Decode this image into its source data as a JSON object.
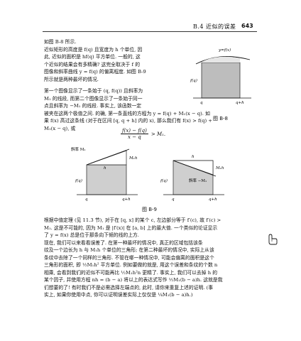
{
  "header": {
    "section_title": "B.4  近似的误差",
    "page_number": "643"
  },
  "para1": [
    "如图 B-8 所示.",
    "近似矩形的高度是 f(q) 且宽度为 h 个单位, 因",
    "此, 近似的面积是 hf(q) 平方单位. 一般的, 这",
    "个近似的结果会有多精确? 这完全取决于 f 的",
    "图像和斜率曲线 y = f(q) 的偏离程度. 如图 B-9",
    "所示就是两种最坏的情况."
  ],
  "para2": [
    "第一个图像显示了一条始于 (q, f(q)) 且斜率为",
    "M₁ 的线段, 而第二个图像显示了一条始于同一",
    "点且斜率为 −M₁ 的线段. 事实上, 该函数一定",
    "被夹在这两个极值之间. 的确, 第一条直线的方程为 y = f(q) + M₁(x − q). 如",
    "果 f(x) 高过这条线 (对于在区间 [q, q + h] 内的 x), 那么我们有 f(x) > f(q) +",
    "M₁(x − q), 或"
  ],
  "formula": {
    "numerator": "f(x) − f(q)",
    "denominator": "x − q",
    "rhs": "> M₁."
  },
  "fig8": {
    "caption": "图  B-8",
    "curve_label": "y=f(x)",
    "height_label": "f(q)",
    "tick_left": "q",
    "tick_right": "q+h"
  },
  "fig9": {
    "caption": "图  B-9",
    "left": {
      "slope_label": "斜率 M₁",
      "h_label": "h",
      "mh_label": "M₁h",
      "height_label": "f(q)",
      "tick_left": "q",
      "tick_right": "q+h"
    },
    "right": {
      "slope_label": "斜率 −M₁",
      "h_label": "h",
      "mh_label": "M₁h",
      "height_label": "f(q)",
      "tick_left": "q",
      "tick_right": "q+h"
    }
  },
  "para3": [
    "根据中值定理 (见 11.3 节), 对于在 [q, x] 的某个 c, 左边部分等于 f′(c), 故 f′(c) >",
    "M₁. 这是不可能的, 因为 M₁ 是 |f′(x)| 在 [a, b] 上的最大值. 一个类似的论证显示",
    "了 y = f(x) 总是位于那条向下倾的线的上方.",
    "    现在, 我们可以来看看误差了. 在第一种最坏的情况中, 真正的区域包括该条",
    "纹及一个边长为 h 与 M₁h 个单位的三角形; 在第二种最坏的情况中, 实际上从该",
    "条纹中去除了一个同样的三角形. 不管在哪一种情况中, 可能会偏离的面积是这个",
    "三角形的面积, 即 ½M₁h² 平方单位. 例如要做的就是, 用这个误差和条纹的个数 n",
    "相乘, 会看到我们的近似不可能再比 ½M₁h²n 更精了. 事实上, 我们可以去掉 h 的",
    "某个因子, 并使用方程 nh = (b − a) 将以上的表达式写作 ½M₁(b − a)h. 这就是我",
    "们想要的了! 有时我们不是必需选择左端点的, 此时, 请你来重复上述的证明. (事",
    "实上, 如果你使用中点, 你可以证明误差实际上仅仅是 ¼M₁(b − a)h.)"
  ]
}
